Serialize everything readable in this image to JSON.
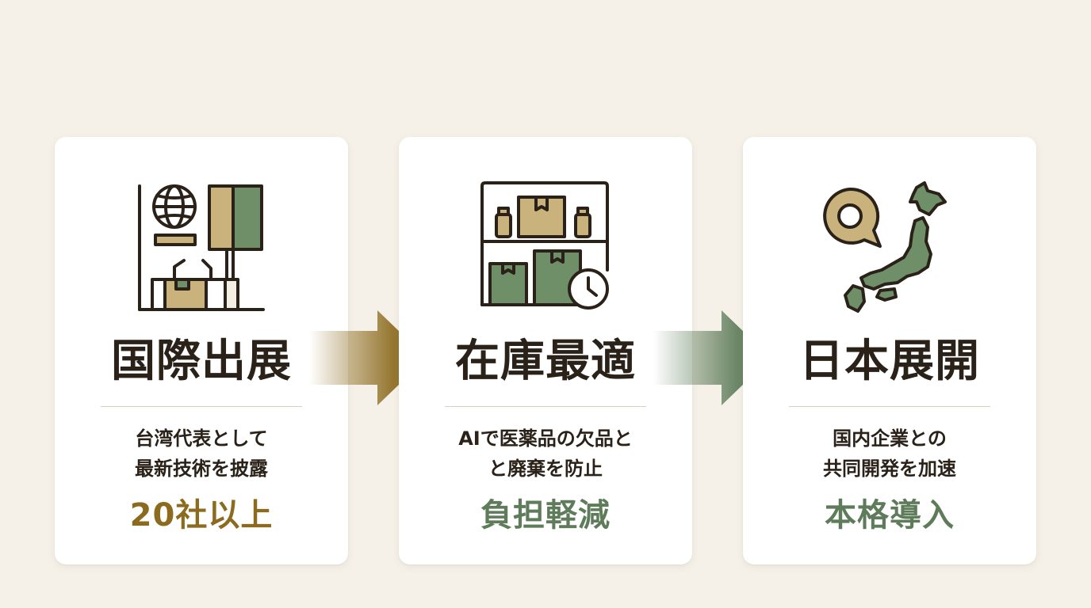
{
  "cards": [
    {
      "title": "国際出展",
      "desc_lines": [
        "台湾代表として",
        "最新技術を披露"
      ],
      "highlight": "20社以上",
      "highlight_color": "#8c6b1f",
      "icon": "exhibition-booth-icon"
    },
    {
      "title": "在庫最適",
      "desc_lines": [
        "AIで医薬品の欠品と",
        "と廃棄を防止"
      ],
      "highlight": "負担軽減",
      "highlight_color": "#5e7c5a",
      "icon": "inventory-shelf-icon"
    },
    {
      "title": "日本展開",
      "desc_lines": [
        "国内企業との",
        "共同開発を加速"
      ],
      "highlight": "本格導入",
      "highlight_color": "#5e7c5a",
      "icon": "japan-map-pin-icon"
    }
  ],
  "arrows": [
    {
      "color": "#8c6b1f",
      "icon": "arrow-right-icon"
    },
    {
      "color": "#5e7c5a",
      "icon": "arrow-right-icon"
    }
  ],
  "colors": {
    "background": "#f5f1e8",
    "card": "#ffffff",
    "ink": "#2a2118",
    "tan": "#c9b27c",
    "green": "#6f8f69",
    "gold": "#8c6b1f"
  }
}
